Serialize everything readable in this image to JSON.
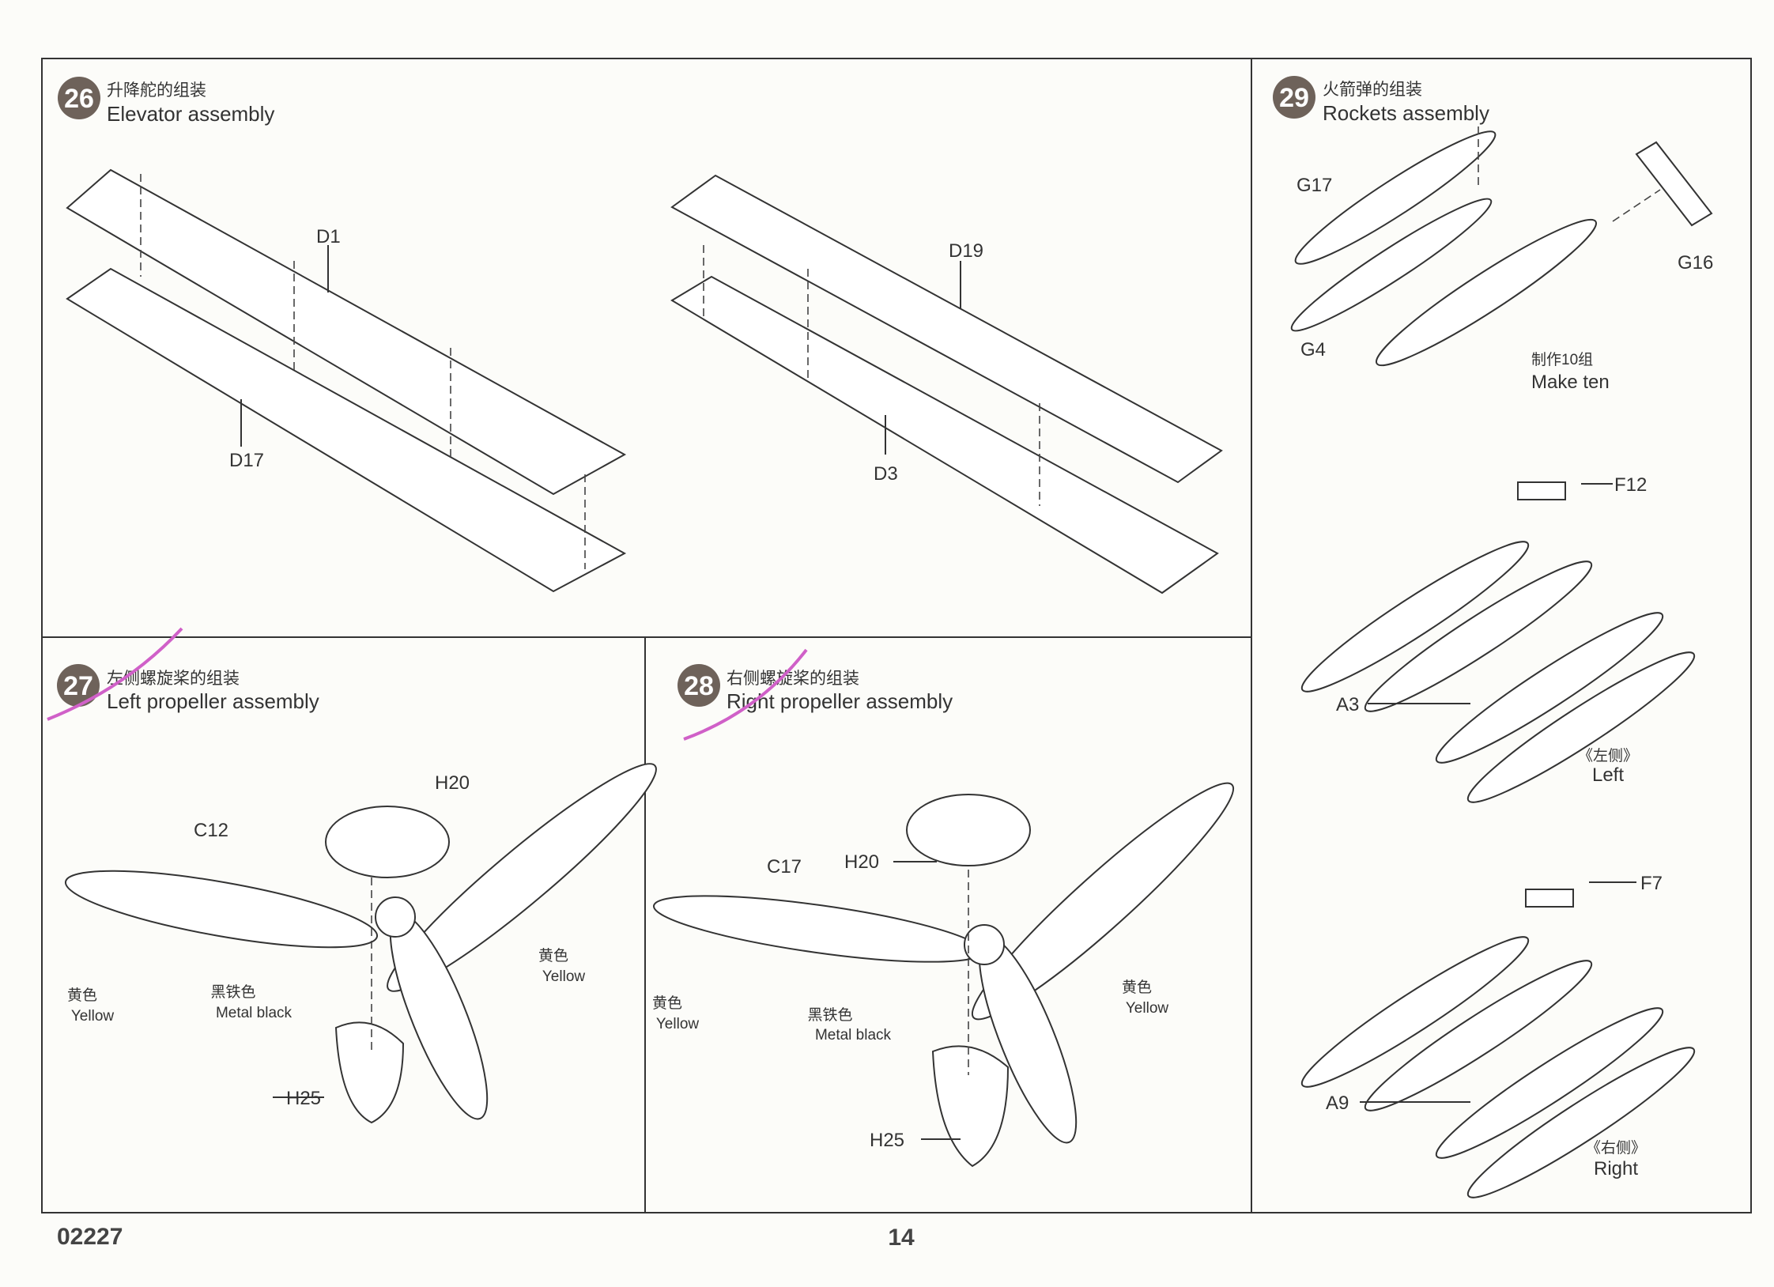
{
  "steps": [
    {
      "number": "26",
      "title_cn": "升降舵的组装",
      "title_en": "Elevator assembly",
      "labels": [
        "D1",
        "D17",
        "D19",
        "D3"
      ]
    },
    {
      "number": "27",
      "title_cn": "左侧螺旋桨的组装",
      "title_en": "Left propeller assembly",
      "labels": [
        "H20",
        "C12",
        "H25"
      ],
      "colors": [
        {
          "cn": "黄色",
          "en": "Yellow"
        },
        {
          "cn": "黑铁色",
          "en": "Metal black"
        },
        {
          "cn": "黄色",
          "en": "Yellow"
        }
      ]
    },
    {
      "number": "28",
      "title_cn": "右侧螺旋桨的组装",
      "title_en": "Right propeller assembly",
      "labels": [
        "C17",
        "H20",
        "H25"
      ],
      "colors": [
        {
          "cn": "黄色",
          "en": "Yellow"
        },
        {
          "cn": "黑铁色",
          "en": "Metal black"
        },
        {
          "cn": "黄色",
          "en": "Yellow"
        }
      ]
    },
    {
      "number": "29",
      "title_cn": "火箭弹的组装",
      "title_en": "Rockets assembly",
      "labels": [
        "G17",
        "G16",
        "G4",
        "F12",
        "A3",
        "F7",
        "A9"
      ],
      "note_cn": "制作10组",
      "note_en": "Make ten",
      "sides": [
        {
          "cn": "《左侧》",
          "en": "Left"
        },
        {
          "cn": "《右侧》",
          "en": "Right"
        }
      ]
    }
  ],
  "footer": {
    "code": "02227",
    "page": "14"
  },
  "colors": {
    "badge": "#6e625a",
    "highlight": "#d060c8"
  }
}
